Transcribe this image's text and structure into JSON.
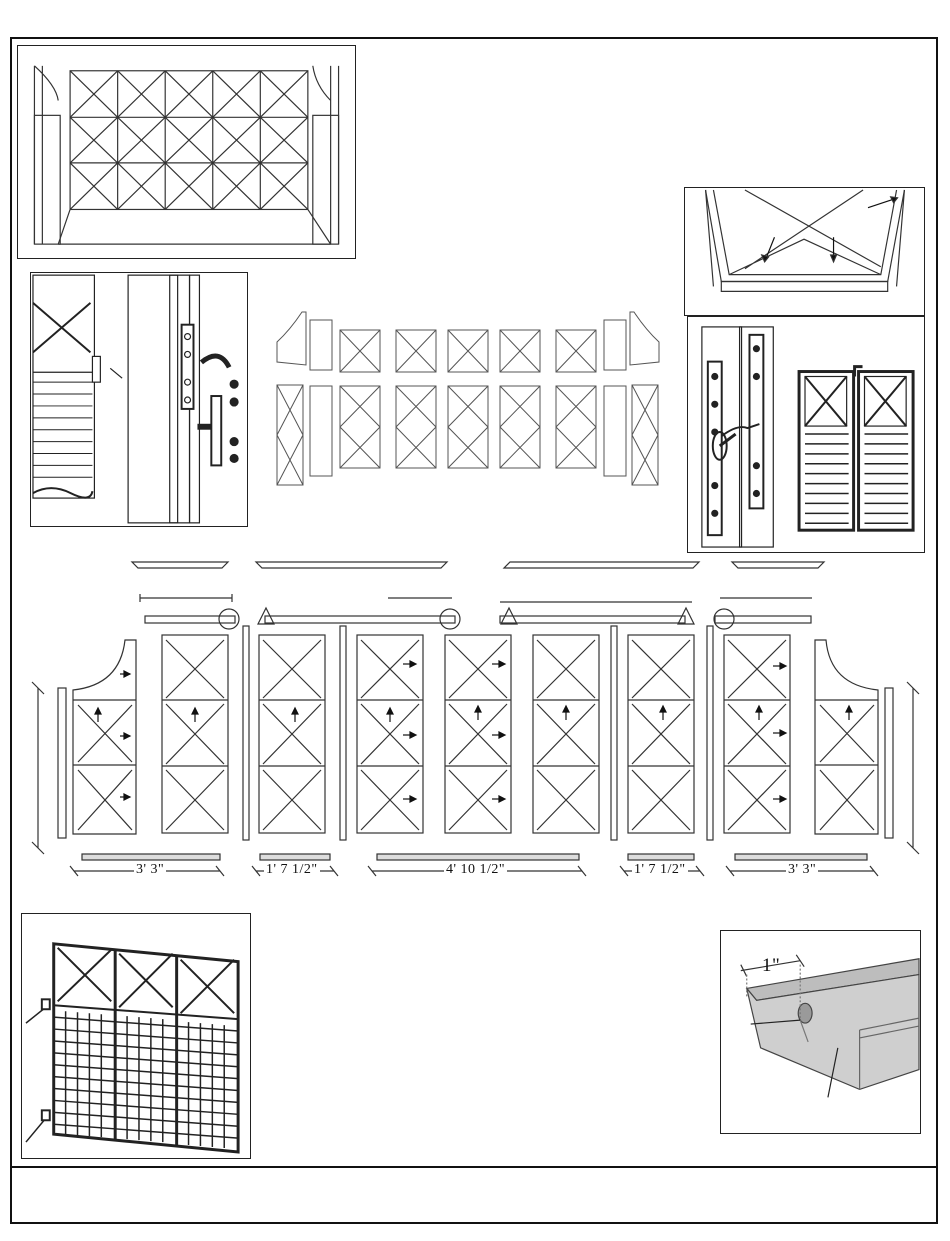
{
  "dimensions": {
    "left_width": "3' 3\"",
    "left_filler": "1' 7 1/2\"",
    "center_width": "4' 10 1/2\"",
    "right_filler": "1' 7 1/2\"",
    "right_width": "3' 3\""
  },
  "detail": {
    "dowel_spacing": "1\""
  },
  "icons": {
    "overview": "wine-rack-overview-icon",
    "bracket": "bracket-detail-icon",
    "exploded": "exploded-panels-icon",
    "bevel": "bevel-corner-icon",
    "hinge": "cam-lock-icon",
    "assembly": "assembly-plan-icon",
    "lattice": "lattice-panels-icon",
    "moulding": "moulding-dowel-icon"
  }
}
